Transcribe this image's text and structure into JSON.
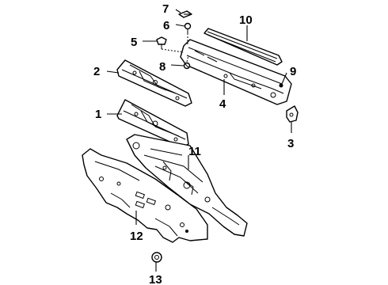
{
  "diagram": {
    "callouts": [
      {
        "id": "1",
        "label": "1"
      },
      {
        "id": "2",
        "label": "2"
      },
      {
        "id": "3",
        "label": "3"
      },
      {
        "id": "4",
        "label": "4"
      },
      {
        "id": "5",
        "label": "5"
      },
      {
        "id": "6",
        "label": "6"
      },
      {
        "id": "7",
        "label": "7"
      },
      {
        "id": "8",
        "label": "8"
      },
      {
        "id": "9",
        "label": "9"
      },
      {
        "id": "10",
        "label": "10"
      },
      {
        "id": "11",
        "label": "11"
      },
      {
        "id": "12",
        "label": "12"
      },
      {
        "id": "13",
        "label": "13"
      }
    ]
  }
}
